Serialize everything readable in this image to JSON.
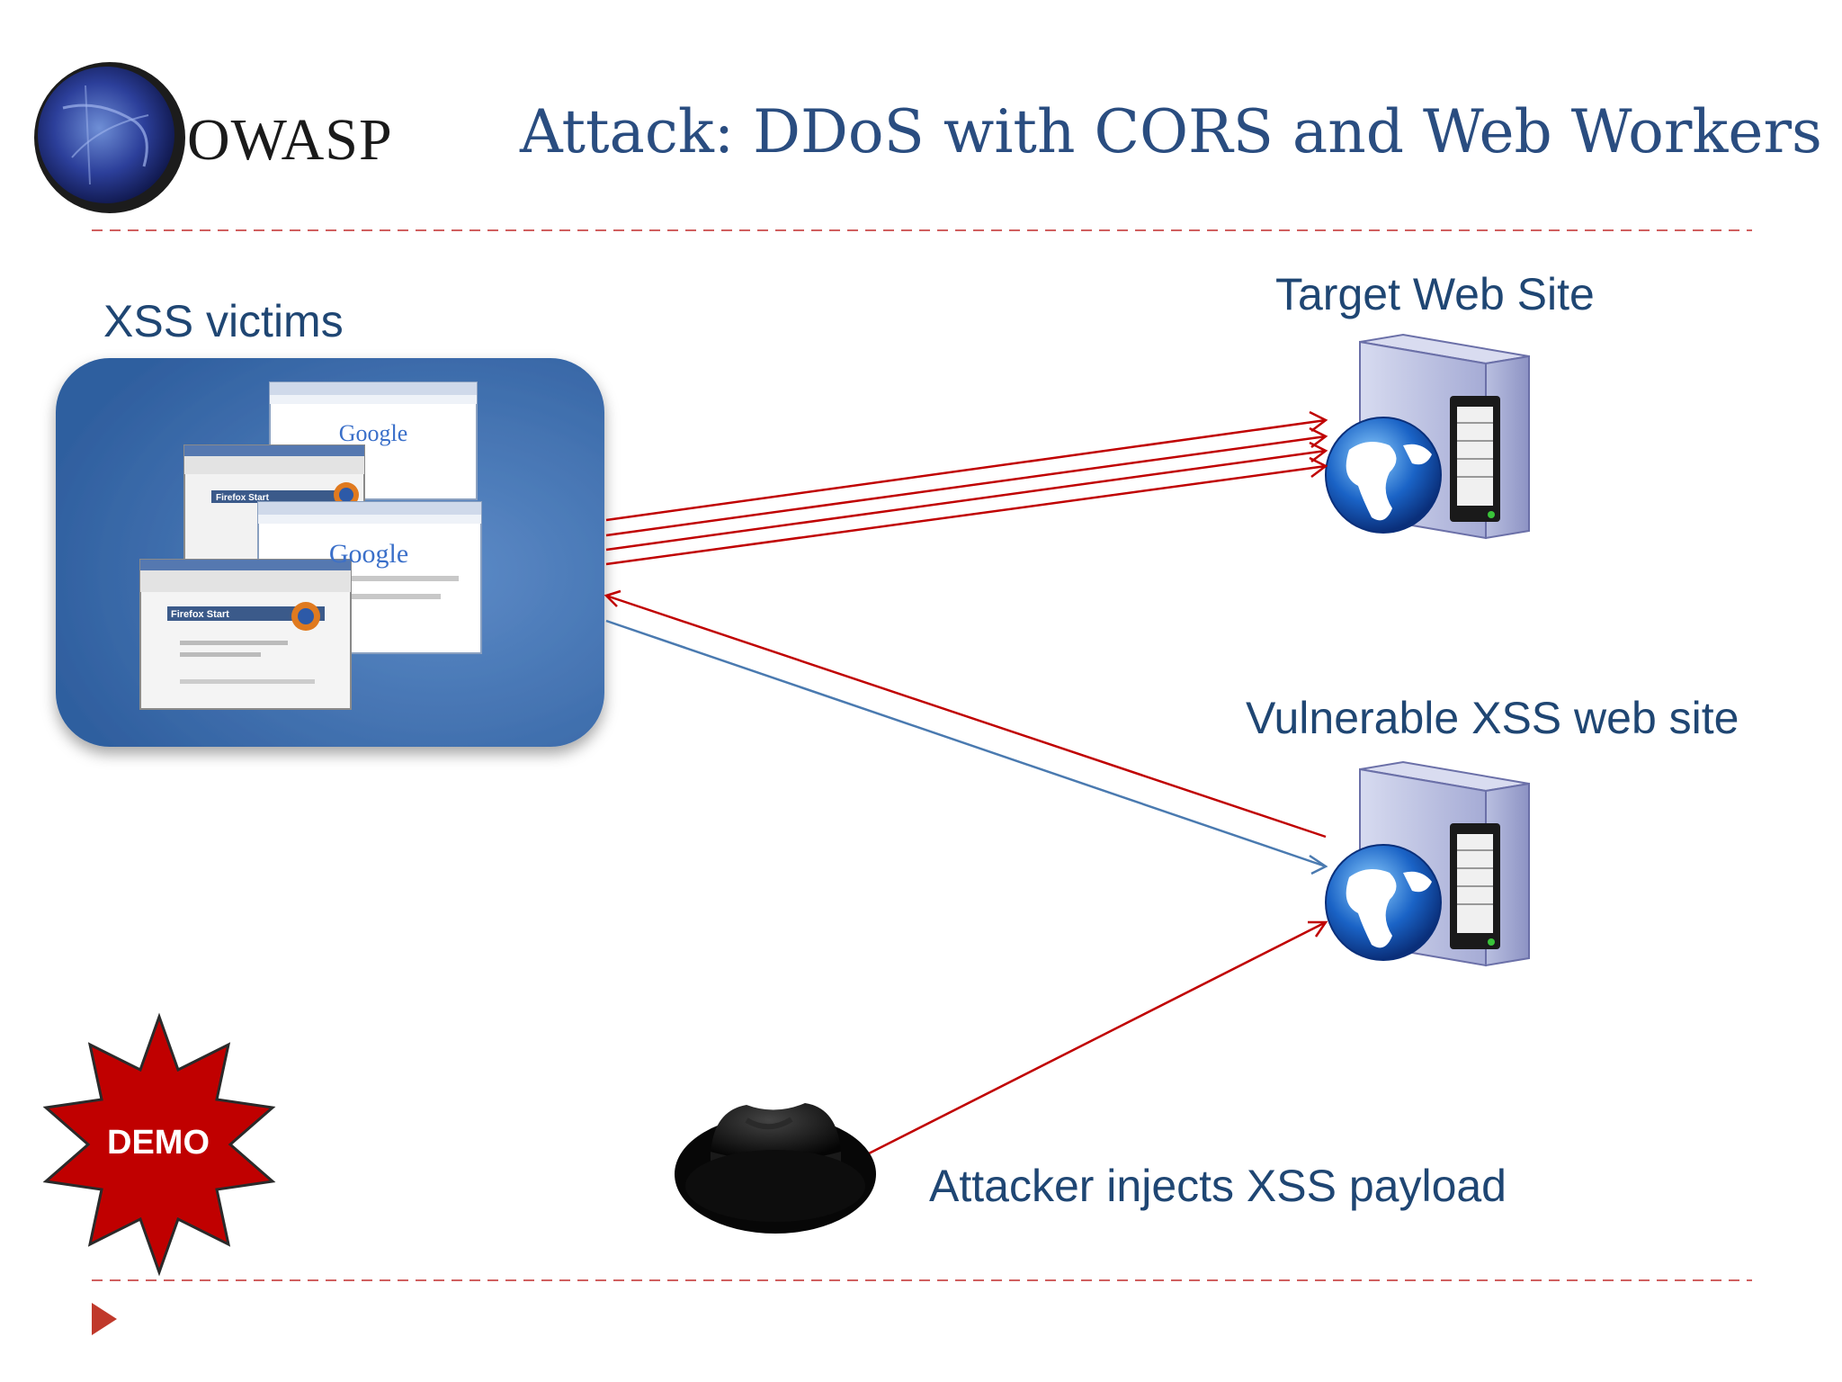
{
  "slide": {
    "title": "Attack: DDoS with CORS and Web Workers",
    "logo_text": "OWASP"
  },
  "nodes": {
    "victims_label": "XSS victims",
    "target_label": "Target Web Site",
    "vulnerable_label": "Vulnerable XSS web site",
    "attacker_label": "Attacker injects XSS payload"
  },
  "victim_windows": {
    "google_logo": "Google",
    "firefox_start": "Firefox Start"
  },
  "badge": {
    "label": "DEMO",
    "color": "#c00000"
  },
  "colors": {
    "title": "#2a4d80",
    "label": "#1f4673",
    "attack_arrow": "#c00000",
    "request_arrow": "#4a7ab0",
    "divider": "#d06060"
  },
  "icons": [
    "owasp-logo-icon",
    "server-icon",
    "globe-icon",
    "fedora-hat-icon",
    "play-triangle-icon"
  ]
}
